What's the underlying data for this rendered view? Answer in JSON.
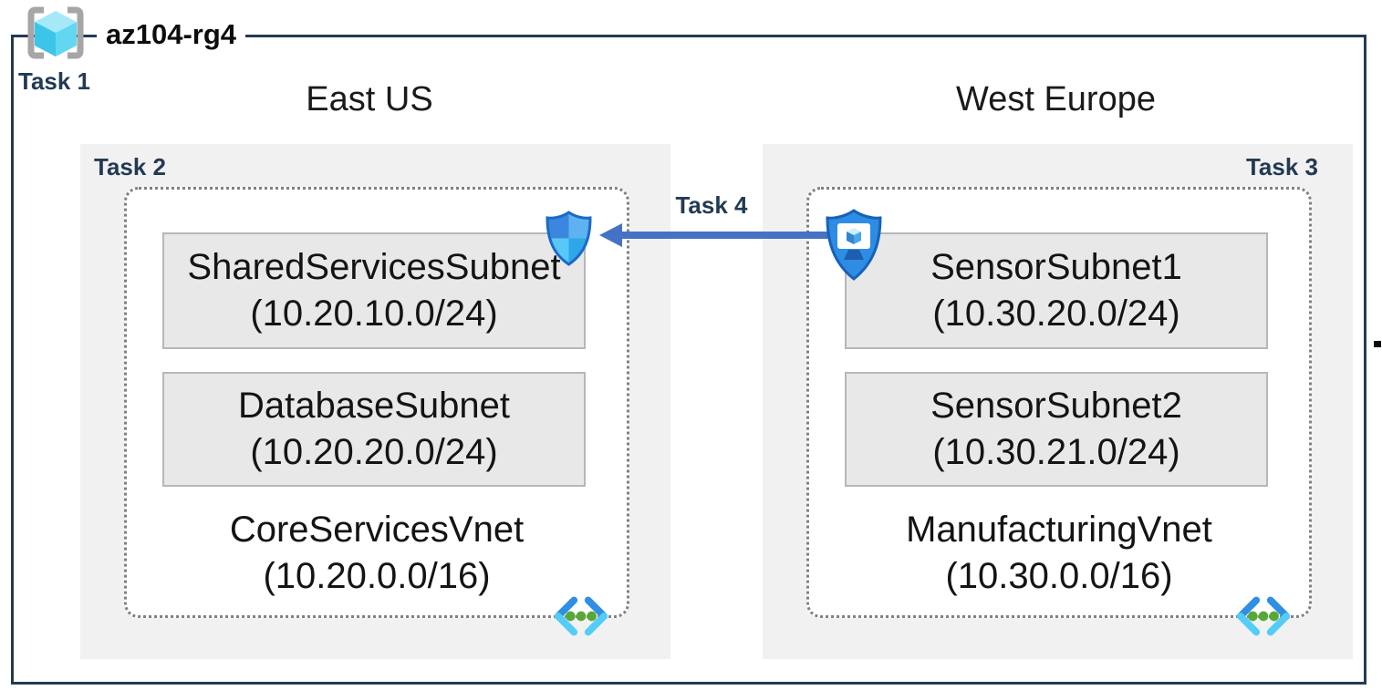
{
  "resource_group": {
    "title": "az104-rg4",
    "task_label": "Task 1"
  },
  "regions": [
    {
      "name": "East US",
      "task_label": "Task 2",
      "vnet": {
        "name": "CoreServicesVnet",
        "cidr": "(10.20.0.0/16)",
        "subnets": [
          {
            "name": "SharedServicesSubnet",
            "cidr": "(10.20.10.0/24)"
          },
          {
            "name": "DatabaseSubnet",
            "cidr": "(10.20.20.0/24)"
          }
        ]
      }
    },
    {
      "name": "West Europe",
      "task_label": "Task 3",
      "vnet": {
        "name": "ManufacturingVnet",
        "cidr": "(10.30.0.0/16)",
        "subnets": [
          {
            "name": "SensorSubnet1",
            "cidr": "(10.30.20.0/24)"
          },
          {
            "name": "SensorSubnet2",
            "cidr": "(10.30.21.0/24)"
          }
        ]
      }
    }
  ],
  "peering": {
    "task_label": "Task 4",
    "direction": "west-to-east"
  },
  "icons": {
    "resource_group": "resource-group-cube-icon",
    "network_security": "shield-icon",
    "protected_vm": "shield-monitor-icon",
    "virtual_network": "virtual-network-brackets-icon",
    "peering": "peering-arrow"
  },
  "colors": {
    "border_navy": "#223a54",
    "task_text": "#223a54",
    "arrow_blue": "#4472c4",
    "region_bg": "#f1f1f2",
    "subnet_bg": "#e8e8e9",
    "subnet_border": "#b7b7b7",
    "dotted_border": "#808080",
    "cube_cyan": "#4cc9ec",
    "vnet_bracket_blue": "#2e8fe3",
    "vnet_bracket_cyan": "#54ccf8",
    "vnet_dot_green": "#58a839"
  }
}
